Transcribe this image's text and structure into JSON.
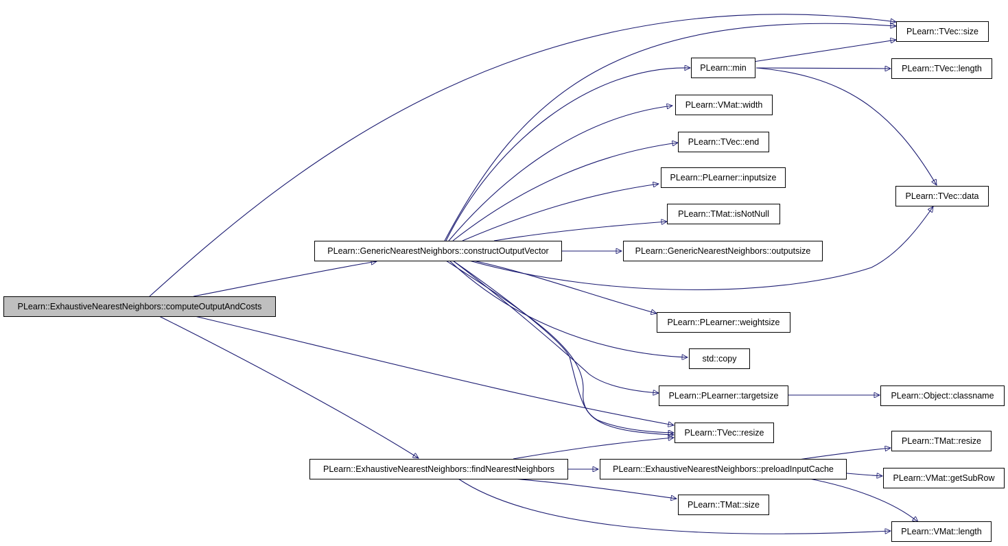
{
  "colors": {
    "edge": "#191970",
    "node_border": "#000000",
    "root_fill": "#bfbfbf",
    "node_fill": "#ffffff"
  },
  "nodes": {
    "root": "PLearn::ExhaustiveNearestNeighbors::computeOutputAndCosts",
    "construct": "PLearn::GenericNearestNeighbors::constructOutputVector",
    "find": "PLearn::ExhaustiveNearestNeighbors::findNearestNeighbors",
    "tvec_size": "PLearn::TVec::size",
    "min": "PLearn::min",
    "tvec_length": "PLearn::TVec::length",
    "vmat_width": "PLearn::VMat::width",
    "tvec_end": "PLearn::TVec::end",
    "inputsize": "PLearn::PLearner::inputsize",
    "tmat_isnotnull": "PLearn::TMat::isNotNull",
    "tvec_data": "PLearn::TVec::data",
    "outputsize": "PLearn::GenericNearestNeighbors::outputsize",
    "weightsize": "PLearn::PLearner::weightsize",
    "std_copy": "std::copy",
    "targetsize": "PLearn::PLearner::targetsize",
    "classname": "PLearn::Object::classname",
    "tvec_resize": "PLearn::TVec::resize",
    "tmat_resize": "PLearn::TMat::resize",
    "preload": "PLearn::ExhaustiveNearestNeighbors::preloadInputCache",
    "getsubrow": "PLearn::VMat::getSubRow",
    "tmat_size": "PLearn::TMat::size",
    "vmat_length": "PLearn::VMat::length"
  }
}
